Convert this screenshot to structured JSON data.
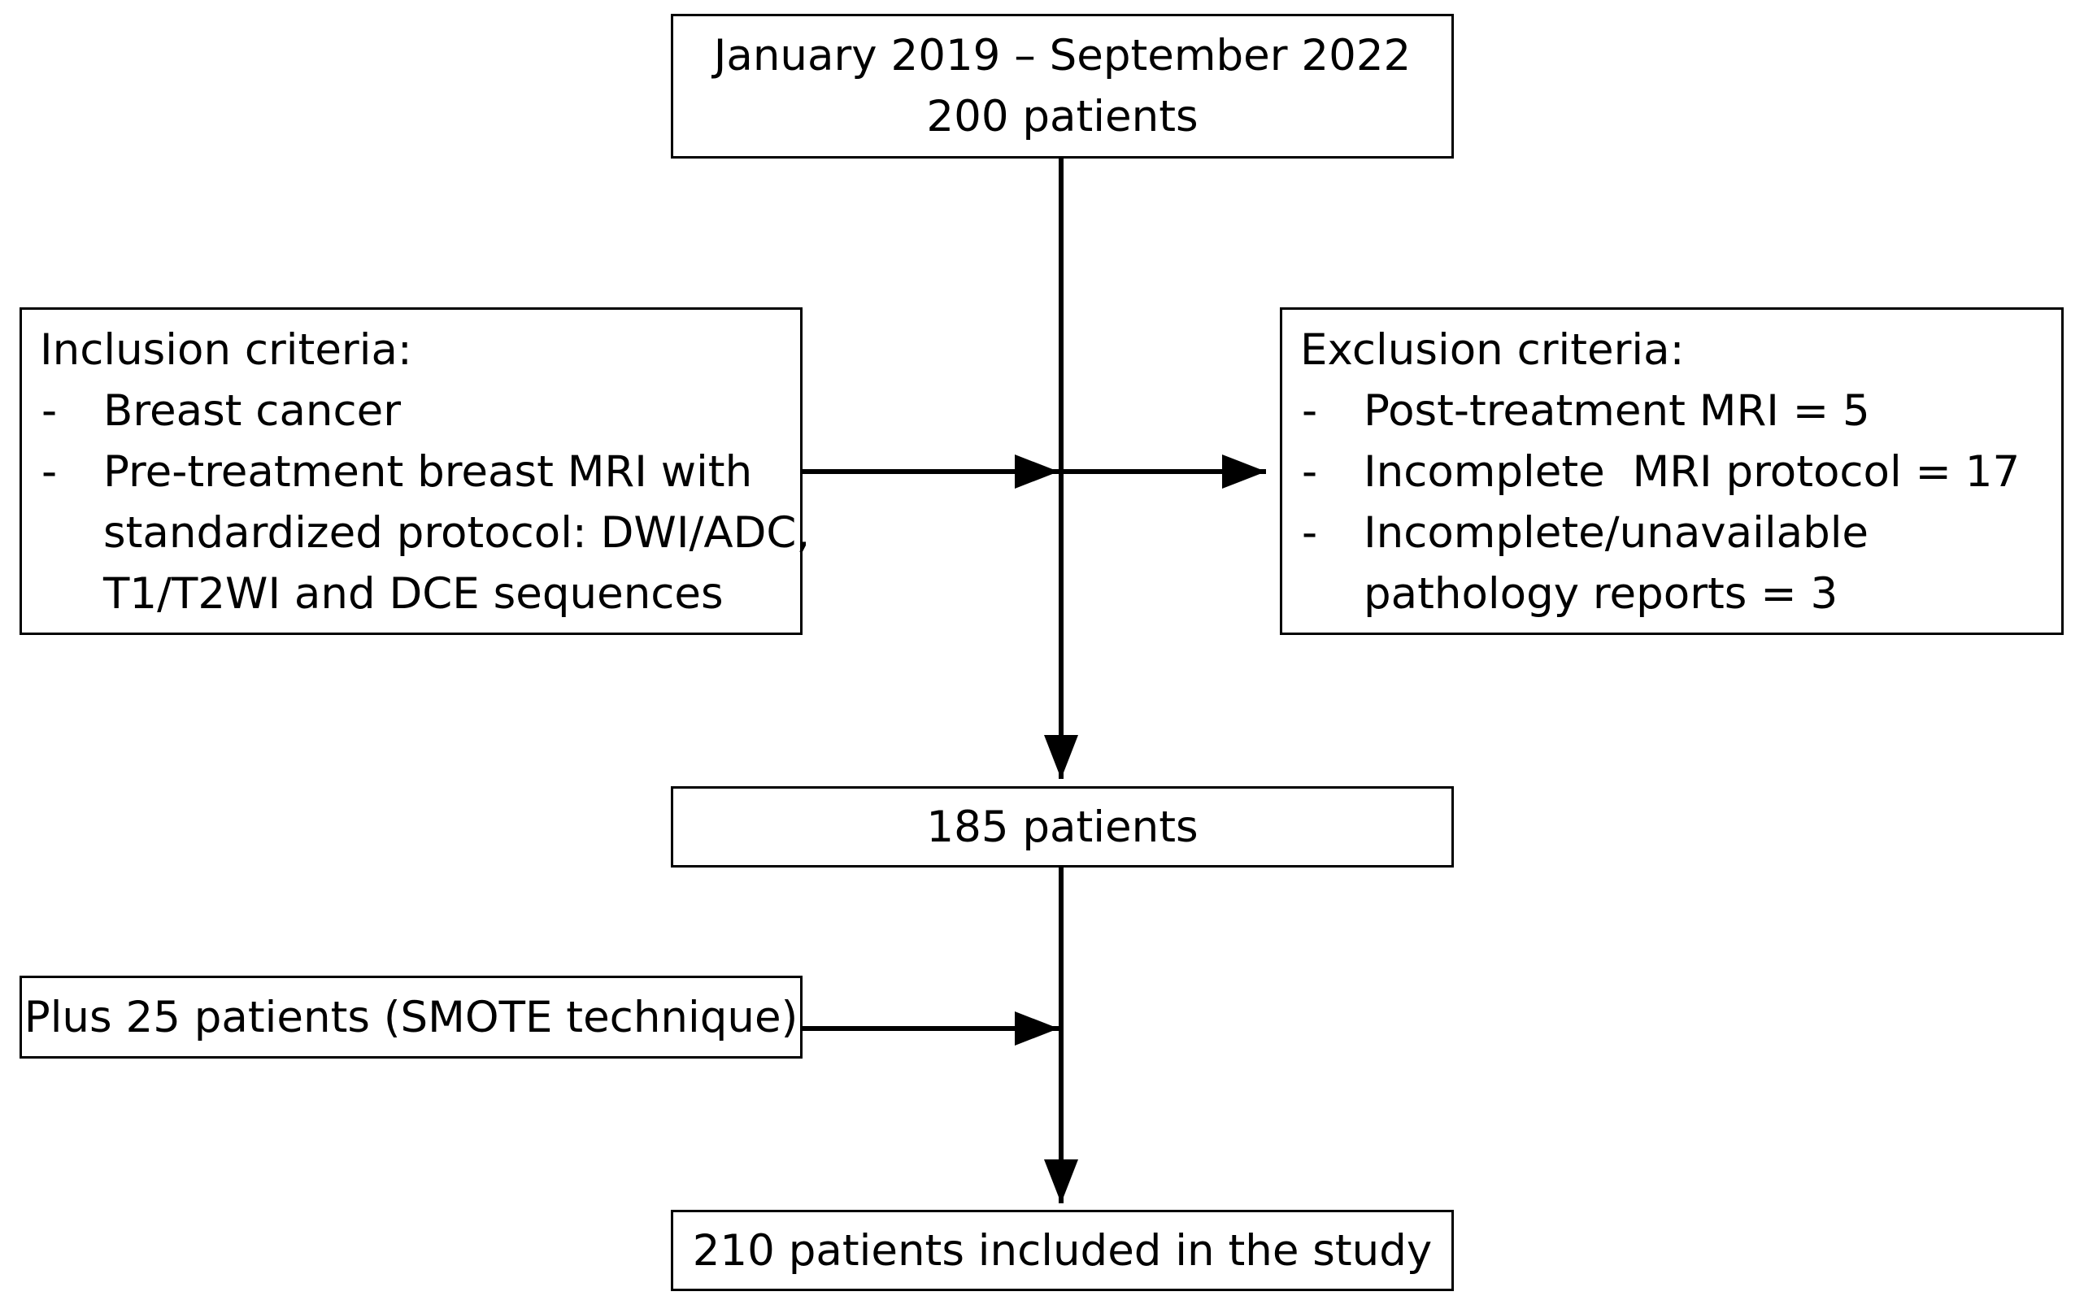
{
  "flowchart": {
    "start_box": {
      "lines": [
        "January 2019 – September 2022",
        "200 patients"
      ]
    },
    "inclusion_box": {
      "title": "Inclusion criteria:",
      "items": [
        {
          "dash": "-",
          "lines": [
            "Breast cancer"
          ]
        },
        {
          "dash": "-",
          "lines": [
            "Pre-treatment breast MRI with",
            "standardized protocol: DWI/ADC,",
            "T1/T2WI and DCE sequences"
          ]
        }
      ]
    },
    "exclusion_box": {
      "title": "Exclusion criteria:",
      "items": [
        {
          "dash": "-",
          "lines": [
            "Post-treatment MRI = 5"
          ]
        },
        {
          "dash": "-",
          "lines": [
            "Incomplete  MRI protocol = 17"
          ]
        },
        {
          "dash": "-",
          "lines": [
            "Incomplete/unavailable",
            "pathology reports = 3"
          ]
        }
      ]
    },
    "middle_box": {
      "text": "185 patients"
    },
    "smote_box": {
      "text": "Plus 25 patients (SMOTE technique)"
    },
    "final_box": {
      "text": "210 patients included in the study"
    }
  }
}
